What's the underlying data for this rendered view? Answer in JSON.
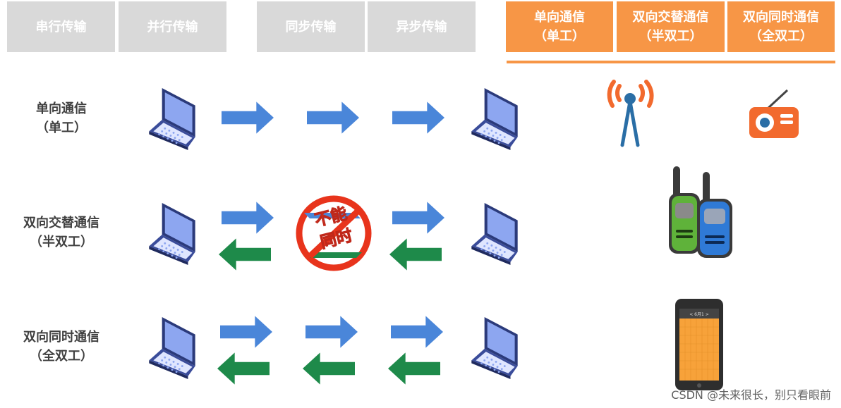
{
  "tabs": {
    "serial": "串行传输",
    "parallel": "并行传输",
    "sync": "同步传输",
    "async": "异步传输",
    "simplex_line1": "单向通信",
    "simplex_line2": "（单工）",
    "half_line1": "双向交替通信",
    "half_line2": "（半双工）",
    "full_line1": "双向同时通信",
    "full_line2": "（全双工）"
  },
  "rows": [
    {
      "line1": "单向通信",
      "line2": "（单工）"
    },
    {
      "line1": "双向交替通信",
      "line2": "（半双工）"
    },
    {
      "line1": "双向同时通信",
      "line2": "（全双工）"
    }
  ],
  "forbidden_sign": {
    "line1": "不能",
    "line2": "同时"
  },
  "watermark": "CSDN @未来很长，别只看眼前",
  "colors": {
    "gray_tab": "#d9d9d9",
    "orange_tab": "#f79646",
    "arrow_right": "#4a86d9",
    "arrow_left": "#1e8a4a"
  },
  "icons": [
    "laptop-icon",
    "radio-tower-icon",
    "radio-icon",
    "walkie-talkie-icon",
    "smartphone-icon"
  ]
}
